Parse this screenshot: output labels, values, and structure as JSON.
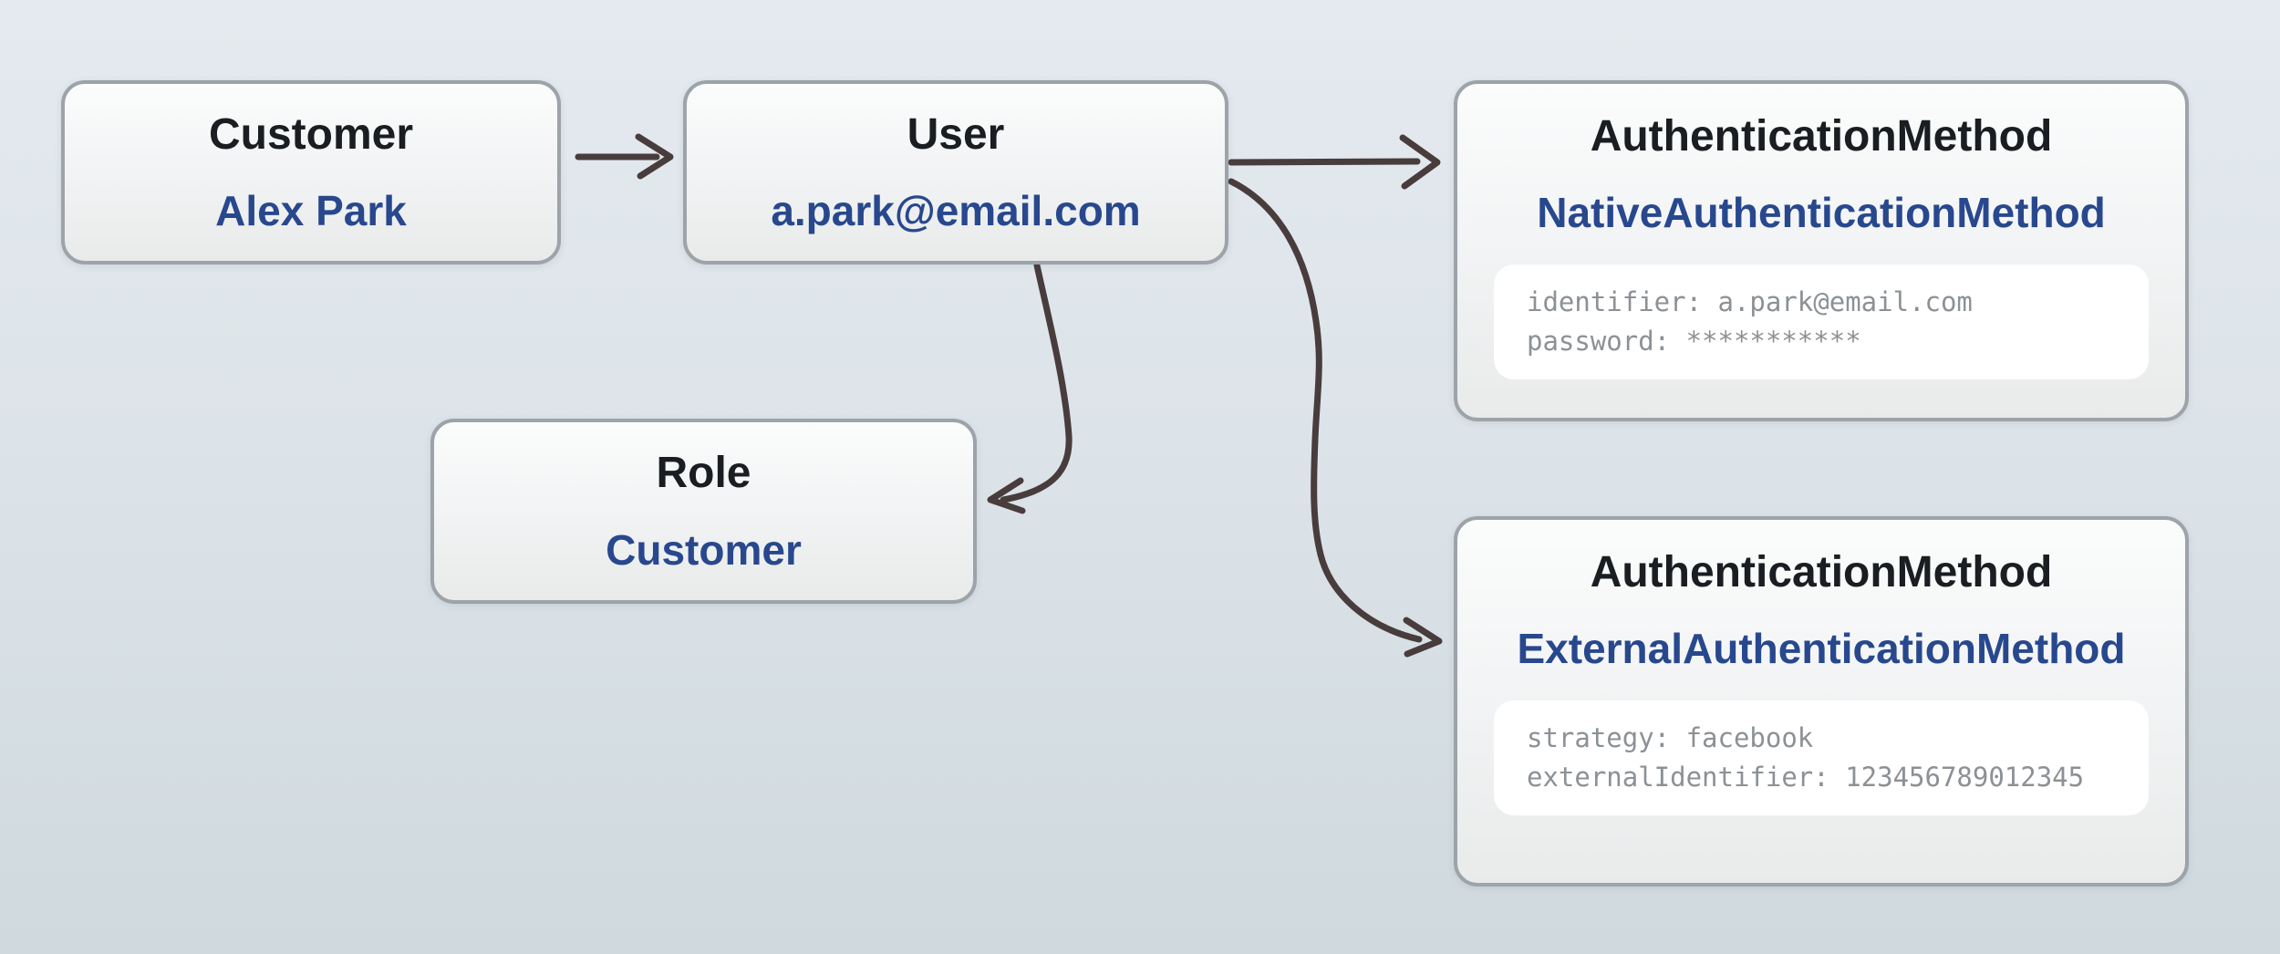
{
  "diagram": {
    "type": "entity-relationship",
    "background_top_color": "#e4eaef",
    "background_bottom_color": "#cfd9de",
    "node_border_color": "#9da4a9",
    "node_fill_top": "#fbfcfc",
    "node_fill_bottom": "#e9ebeb",
    "title_color": "#1a1d21",
    "value_color": "#28488e",
    "attribute_text_color": "#8c9196",
    "attribute_panel_color": "#ffffff",
    "arrow_color": "#493c3c"
  },
  "nodes": [
    {
      "id": "customer",
      "title": "Customer",
      "value": "Alex Park"
    },
    {
      "id": "user",
      "title": "User",
      "value": "a.park@email.com"
    },
    {
      "id": "authentication-method-native",
      "title": "AuthenticationMethod",
      "value": "NativeAuthenticationMethod",
      "attributes": [
        "identifier: a.park@email.com",
        "password: ***********"
      ]
    },
    {
      "id": "role",
      "title": "Role",
      "value": "Customer"
    },
    {
      "id": "authentication-method-external",
      "title": "AuthenticationMethod",
      "value": "ExternalAuthenticationMethod",
      "attributes": [
        "strategy: facebook",
        "externalIdentifier: 123456789012345"
      ]
    }
  ],
  "edges": [
    {
      "from": "customer",
      "to": "user"
    },
    {
      "from": "user",
      "to": "authentication-method-native"
    },
    {
      "from": "user",
      "to": "role"
    },
    {
      "from": "user",
      "to": "authentication-method-external"
    }
  ]
}
